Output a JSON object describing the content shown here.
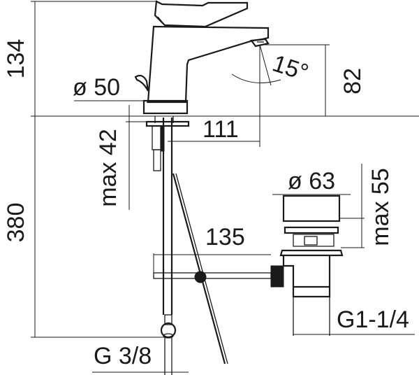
{
  "drawing": {
    "subject": "Basin mixer faucet with pop-up waste - dimensional drawing",
    "line_color": "#1a1a1a",
    "background": "#ffffff"
  },
  "dimensions": {
    "overall_height": "134",
    "base_diameter": "ø 50",
    "spout_reach": "111",
    "spout_height": "82",
    "spout_angle": "15°",
    "max_deck_thickness": "max 42",
    "hose_length": "380",
    "waste_diameter": "ø 63",
    "waste_max_height": "max 55",
    "popup_rod_length": "135",
    "inlet_thread": "G 3/8",
    "waste_thread": "G1-1/4"
  }
}
